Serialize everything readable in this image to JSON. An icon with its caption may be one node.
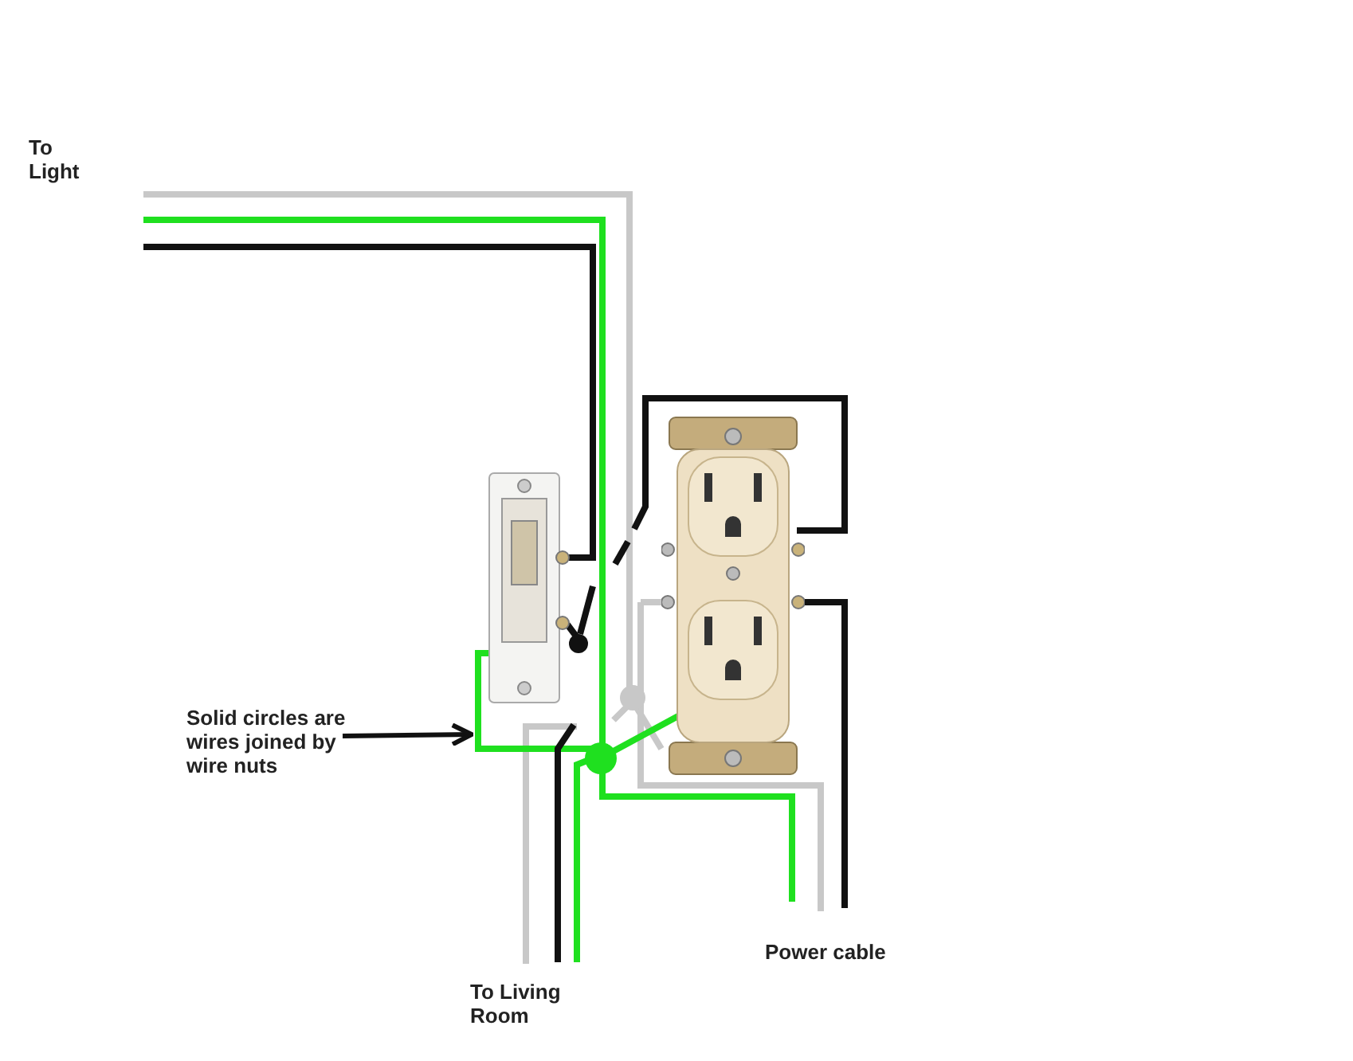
{
  "diagram": {
    "nodes": [
      {
        "text": [],
        "shape": "picture"
      },
      {
        "text": [],
        "shape": "picture"
      },
      {
        "text": [
          "Solid circles are wires joined by wire nuts"
        ]
      }
    ],
    "edges": [
      {
        "from": 2,
        "to": 0,
        "arrow": "to"
      }
    ],
    "labels": [
      "To Light",
      "To Living Room",
      "Power cable"
    ]
  }
}
